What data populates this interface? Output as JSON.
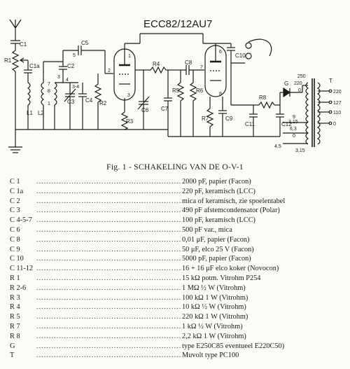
{
  "schematic": {
    "tube_label": "ECC82/12AU7",
    "components": {
      "c1": "C1",
      "c1a": "C1a",
      "r1": "R1",
      "l1": "L1",
      "l2": "L2",
      "c2": "C2",
      "c3": "C3",
      "c4": "C4",
      "c5": "C5",
      "r2": "R2",
      "c6": "C6",
      "r3": "R3",
      "r4": "R4",
      "c7": "C7",
      "c8": "C8",
      "r5": "R5",
      "r6": "R6",
      "r7": "R7",
      "c9": "C9",
      "c10": "C10",
      "c11": "C11",
      "c12": "C12",
      "r8": "R8",
      "g": "G",
      "t": "T"
    },
    "pins": [
      "1",
      "2",
      "3",
      "6",
      "7",
      "8",
      "7",
      "8",
      "1",
      "3",
      "4",
      "5",
      "3-4"
    ],
    "transformer_taps": [
      "250",
      "220",
      "0",
      "220",
      "127",
      "110",
      "0",
      "9",
      "6,3",
      "4,5",
      "3,15",
      "3,15",
      "0"
    ]
  },
  "caption": "Fig. 1 - SCHAKELING VAN DE O-V-1",
  "parts_list": [
    {
      "ref": "C 1",
      "spec": "2000 pF, papier (Facon)"
    },
    {
      "ref": "C 1a",
      "spec": "220 pF, keramisch (LCC)"
    },
    {
      "ref": "C 2",
      "spec": "mica of keramisch, zie spoelentabel"
    },
    {
      "ref": "C 3",
      "spec": "490 pF afstemcondensator (Polar)"
    },
    {
      "ref": "C 4-5-7",
      "spec": "100 pF, keramisch (LCC)"
    },
    {
      "ref": "C 6",
      "spec": "500 pF var., mica"
    },
    {
      "ref": "C 8",
      "spec": "0,01 μF, papier (Facon)"
    },
    {
      "ref": "C 9",
      "spec": "50 μF, elco 25 V (Facon)"
    },
    {
      "ref": "C 10",
      "spec": "5000 pF, papier (Facon)"
    },
    {
      "ref": "C 11-12",
      "spec": "16 + 16 μF elco koker (Novocon)"
    },
    {
      "ref": "R 1",
      "spec": "15 kΩ potm. Vitrohm P254"
    },
    {
      "ref": "R 2-6",
      "spec": "1 MΩ ½ W (Vitrohm)"
    },
    {
      "ref": "R 3",
      "spec": "100 kΩ 1 W (Vitrohm)"
    },
    {
      "ref": "R 4",
      "spec": "10 kΩ ½ W (Vitrohm)"
    },
    {
      "ref": "R 5",
      "spec": "220 kΩ 1 W (Vitrohm)"
    },
    {
      "ref": "R 7",
      "spec": "1 kΩ ½ W (Vitrohm)"
    },
    {
      "ref": "R 8",
      "spec": "2,2 kΩ 1 W (Vitrohm)"
    },
    {
      "ref": "G",
      "spec": "type E250C85 eventueel E220C50)"
    },
    {
      "ref": "T",
      "spec": "Muvolt type PC100"
    }
  ]
}
